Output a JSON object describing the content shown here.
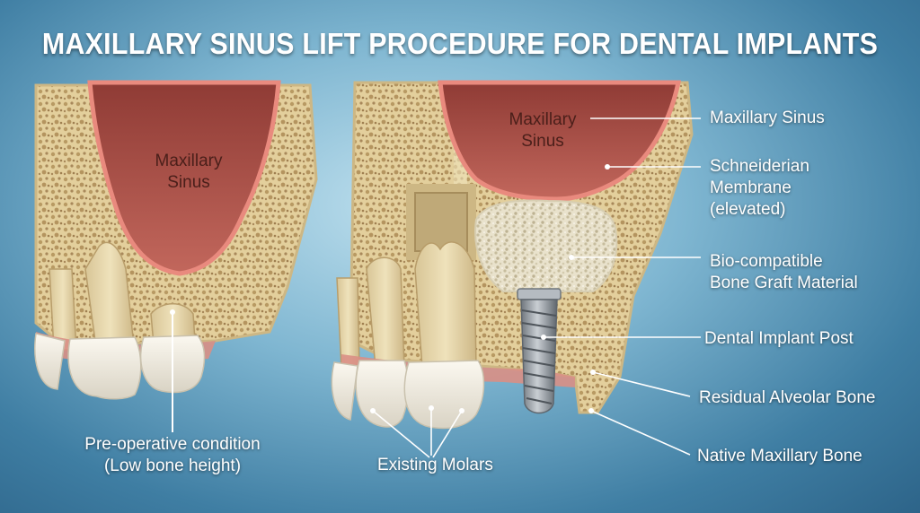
{
  "title": "MAXILLARY SINUS LIFT PROCEDURE FOR DENTAL IMPLANTS",
  "left_panel": {
    "sinus_label_line1": "Maxillary",
    "sinus_label_line2": "Sinus",
    "caption_line1": "Pre-operative condition",
    "caption_line2": "(Low bone height)"
  },
  "right_panel": {
    "sinus_label_line1": "Maxillary",
    "sinus_label_line2": "Sinus",
    "existing_molars": "Existing Molars",
    "callouts": {
      "maxillary_sinus": "Maxillary Sinus",
      "membrane_line1": "Schneiderian",
      "membrane_line2": "Membrane",
      "membrane_line3": "(elevated)",
      "graft_line1": "Bio-compatible",
      "graft_line2": "Bone Graft Material",
      "implant": "Dental Implant Post",
      "residual_bone": "Residual Alveolar Bone",
      "native_bone": "Native Maxillary Bone"
    }
  },
  "colors": {
    "background": "#4f8fb4",
    "bone": "#e6d3a3",
    "sinus": "#b2584f",
    "membrane": "#e98a7e",
    "gum": "#d98f85",
    "tooth": "#f4f0e6",
    "implant": "#9aa1a8",
    "label_text": "#ffffff"
  }
}
